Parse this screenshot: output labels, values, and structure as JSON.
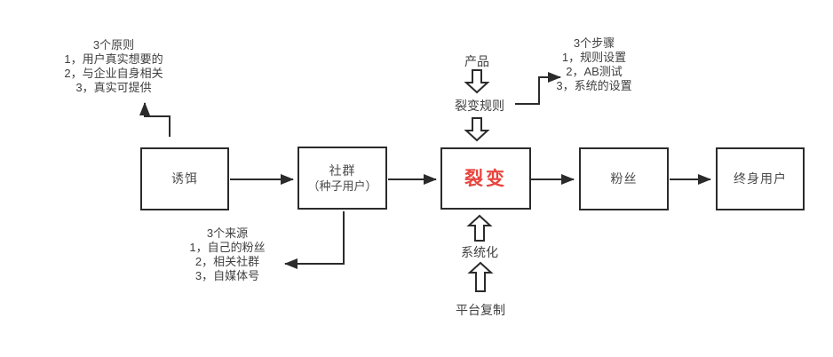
{
  "boxes": [
    {
      "id": "bait",
      "label": "诱饵"
    },
    {
      "id": "community",
      "label": "社群",
      "sublabel": "（种子用户）"
    },
    {
      "id": "fission",
      "label": "裂变"
    },
    {
      "id": "fans",
      "label": "粉丝"
    },
    {
      "id": "lifetime-user",
      "label": "终身用户"
    }
  ],
  "labels": {
    "product": "产品",
    "fission_rules": "裂变规则",
    "systematization": "系统化",
    "platform_copy": "平台复制"
  },
  "notes": {
    "principles": {
      "title": "3个原则",
      "items": [
        "1，用户真实想要的",
        "2，与企业自身相关",
        "3，真实可提供"
      ]
    },
    "steps": {
      "title": "3个步骤",
      "items": [
        "1，规则设置",
        "2，AB测试",
        "3，系统的设置"
      ]
    },
    "sources": {
      "title": "3个来源",
      "items": [
        "1，自己的粉丝",
        "2，相关社群",
        "3，自媒体号"
      ]
    }
  },
  "colors": {
    "line": "#2b2b2b",
    "text": "#3f3f3f",
    "fission_red": "#e8453e",
    "background": "#ffffff"
  }
}
